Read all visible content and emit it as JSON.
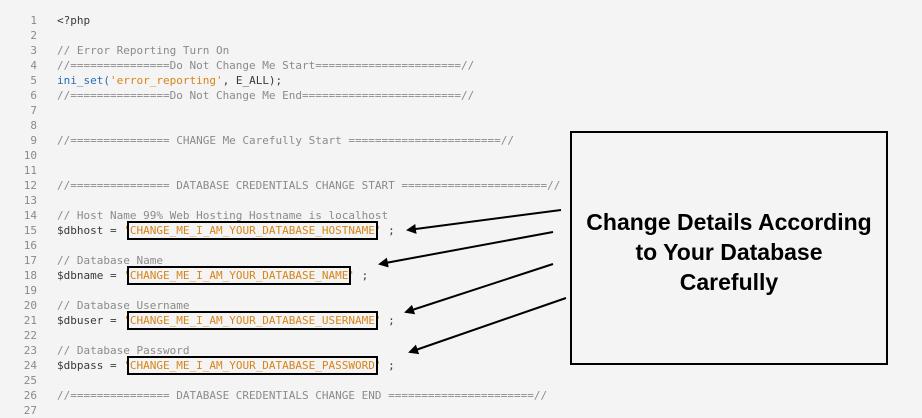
{
  "editor": {
    "lines": [
      {
        "n": "1",
        "parts": [
          {
            "t": "<?php",
            "k": "v"
          }
        ]
      },
      {
        "n": "2",
        "parts": []
      },
      {
        "n": "3",
        "parts": [
          {
            "t": "// Error Reporting Turn On",
            "k": "c"
          }
        ]
      },
      {
        "n": "4",
        "parts": [
          {
            "t": "//===============Do Not Change Me Start======================//",
            "k": "c"
          }
        ]
      },
      {
        "n": "5",
        "parts": [
          {
            "t": "ini_set(",
            "k": "f"
          },
          {
            "t": "'error_reporting'",
            "k": "s"
          },
          {
            "t": ", E_ALL);",
            "k": "v"
          }
        ]
      },
      {
        "n": "6",
        "parts": [
          {
            "t": "//===============Do Not Change Me End========================//",
            "k": "c"
          }
        ]
      },
      {
        "n": "7",
        "parts": []
      },
      {
        "n": "8",
        "parts": []
      },
      {
        "n": "9",
        "parts": [
          {
            "t": "//=============== CHANGE Me Carefully Start =======================//",
            "k": "c"
          }
        ]
      },
      {
        "n": "10",
        "parts": []
      },
      {
        "n": "11",
        "parts": []
      },
      {
        "n": "12",
        "parts": [
          {
            "t": "//=============== DATABASE CREDENTIALS CHANGE START ======================//",
            "k": "c"
          }
        ]
      },
      {
        "n": "13",
        "parts": []
      },
      {
        "n": "14",
        "parts": [
          {
            "t": "// Host Name 99% Web Hosting Hostname is localhost",
            "k": "c"
          }
        ]
      },
      {
        "n": "15",
        "parts": [
          {
            "t": "$dbhost = ",
            "k": "v"
          },
          {
            "t": "'",
            "k": "s"
          },
          {
            "t": "CHANGE_ME_I_AM_YOUR_DATABASE_HOSTNAME",
            "k": "box",
            "name": "hostname-placeholder"
          },
          {
            "t": "'",
            "k": "s"
          },
          {
            "t": " ;",
            "k": "v"
          }
        ]
      },
      {
        "n": "16",
        "parts": []
      },
      {
        "n": "17",
        "parts": [
          {
            "t": "// Database Name",
            "k": "c"
          }
        ]
      },
      {
        "n": "18",
        "parts": [
          {
            "t": "$dbname = ",
            "k": "v"
          },
          {
            "t": "'",
            "k": "s"
          },
          {
            "t": "CHANGE_ME_I_AM_YOUR_DATABASE_NAME",
            "k": "box",
            "name": "dbname-placeholder"
          },
          {
            "t": "'",
            "k": "s"
          },
          {
            "t": " ;",
            "k": "v"
          }
        ]
      },
      {
        "n": "19",
        "parts": []
      },
      {
        "n": "20",
        "parts": [
          {
            "t": "// Database Username",
            "k": "c"
          }
        ]
      },
      {
        "n": "21",
        "parts": [
          {
            "t": "$dbuser = ",
            "k": "v"
          },
          {
            "t": "'",
            "k": "s"
          },
          {
            "t": "CHANGE_ME_I_AM_YOUR_DATABASE_USERNAME",
            "k": "box",
            "name": "username-placeholder"
          },
          {
            "t": "'",
            "k": "s"
          },
          {
            "t": " ;",
            "k": "v"
          }
        ]
      },
      {
        "n": "22",
        "parts": []
      },
      {
        "n": "23",
        "parts": [
          {
            "t": "// Database Password",
            "k": "c"
          }
        ]
      },
      {
        "n": "24",
        "parts": [
          {
            "t": "$dbpass = ",
            "k": "v"
          },
          {
            "t": "'",
            "k": "s"
          },
          {
            "t": "CHANGE_ME_I_AM_YOUR_DATABASE_PASSWORD",
            "k": "box",
            "name": "password-placeholder"
          },
          {
            "t": "'",
            "k": "s"
          },
          {
            "t": " ;",
            "k": "v"
          }
        ]
      },
      {
        "n": "25",
        "parts": []
      },
      {
        "n": "26",
        "parts": [
          {
            "t": "//=============== DATABASE CREDENTIALS CHANGE END ======================//",
            "k": "c"
          }
        ]
      },
      {
        "n": "27",
        "parts": []
      }
    ]
  },
  "callout": {
    "text_line1": "Change Details According",
    "text_line2": "to Your Database",
    "text_line3": "Carefully"
  },
  "colors": {
    "background": "#f4f4f4",
    "comment": "#8b8b8b",
    "function": "#2b6db3",
    "string": "#d88418",
    "line_number": "#8a8a8a"
  }
}
